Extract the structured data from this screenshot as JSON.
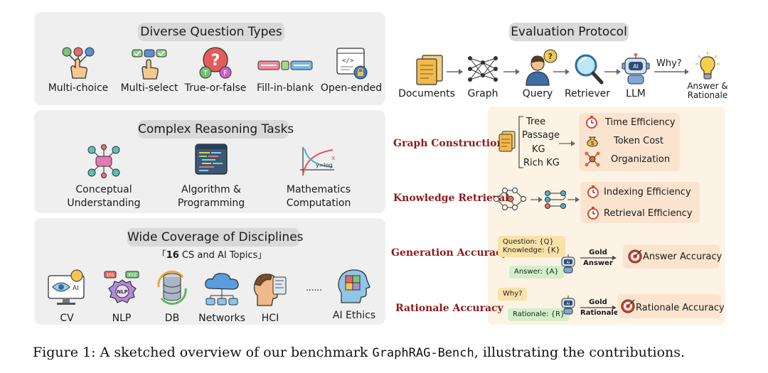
{
  "question_types": {
    "title": "Diverse Question Types",
    "items": [
      {
        "label": "Multi-choice",
        "icon": "multi-choice-hand-icon"
      },
      {
        "label": "Multi-select",
        "icon": "multi-select-hand-icon"
      },
      {
        "label": "True-or-false",
        "icon": "true-false-question-icon"
      },
      {
        "label": "Fill-in-blank",
        "icon": "fill-in-blank-icon"
      },
      {
        "label": "Open-ended",
        "icon": "open-ended-code-icon"
      }
    ]
  },
  "reasoning_tasks": {
    "title": "Complex Reasoning Tasks",
    "items": [
      {
        "line1": "Conceptual",
        "line2": "Understanding",
        "icon": "concept-map-icon"
      },
      {
        "line1": "Algorithm &",
        "line2": "Programming",
        "icon": "code-editor-icon"
      },
      {
        "line1": "Mathematics",
        "line2": "Computation",
        "icon": "math-plot-icon"
      }
    ]
  },
  "disciplines": {
    "title": "Wide Coverage of Disciplines",
    "subtitle_open": "「",
    "subtitle_bold": "16",
    "subtitle_rest": " CS and AI Topics",
    "subtitle_close": "」",
    "items": [
      {
        "label": "CV",
        "icon": "computer-vision-icon"
      },
      {
        "label": "NLP",
        "icon": "nlp-brain-icon"
      },
      {
        "label": "DB",
        "icon": "database-icon"
      },
      {
        "label": "Networks",
        "icon": "cloud-network-icon"
      },
      {
        "label": "HCI",
        "icon": "hci-head-icon"
      },
      {
        "label": "AI Ethics",
        "icon": "ai-ethics-head-icon"
      }
    ],
    "ellipsis": "......"
  },
  "protocol": {
    "title": "Evaluation Protocol",
    "steps": [
      {
        "label": "Documents",
        "icon": "documents-icon"
      },
      {
        "label": "Graph",
        "icon": "graph-network-icon"
      },
      {
        "label": "Query",
        "icon": "user-query-icon"
      },
      {
        "label": "Retriever",
        "icon": "magnifier-icon"
      },
      {
        "label": "LLM",
        "icon": "robot-llm-icon"
      }
    ],
    "why_label": "Why?",
    "answer_line1": "Answer &",
    "answer_line2": "Rationale"
  },
  "evaluation": {
    "graph_construction": {
      "label": "Graph Construction",
      "graph_types": [
        "Tree",
        "Passage",
        "KG",
        "Rich KG"
      ],
      "metrics": [
        "Time Efficiency",
        "Token Cost",
        "Organization"
      ]
    },
    "knowledge_retrieval": {
      "label": "Knowledge Retrieval",
      "metrics": [
        "Indexing Efficiency",
        "Retrieval Efficiency"
      ]
    },
    "generation_accuracy": {
      "label": "Generation Accuracy",
      "prompt_line1": "Question: {Q}",
      "prompt_line2": "Knowledge: {K}",
      "output": "Answer: {A}",
      "gold_line1": "Gold",
      "gold_line2": "Answer",
      "metric": "Answer Accuracy"
    },
    "rationale_accuracy": {
      "label": "Rationale Accuracy",
      "prompt": "Why?",
      "output": "Rationale: {R}",
      "gold_line1": "Gold",
      "gold_line2": "Rationale",
      "metric": "Rationale Accuracy"
    }
  },
  "caption": {
    "prefix": "Figure 1: A sketched overview of our benchmark ",
    "name": "GraphRAG-Bench",
    "suffix": ", illustrating the contributions."
  },
  "colors": {
    "panel": "#efefef",
    "pill": "#d9d9d9",
    "task_label": "#8c1a1a",
    "metric_box": "#fbe4cf",
    "warm_bg": "#fdf3e4",
    "prompt_box": "#f9e2a8",
    "output_box": "#d3efc9"
  }
}
